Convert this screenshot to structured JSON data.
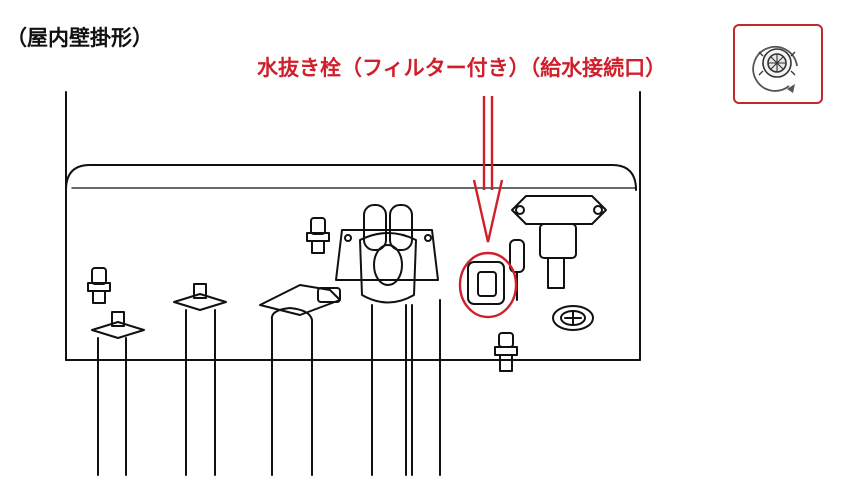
{
  "labels": {
    "install_type": "（屋内壁掛形）",
    "drain_plug": "水抜き栓（フィルター付き）（給水接続口）"
  },
  "colors": {
    "accent_red": "#d01f2b",
    "line": "#111111"
  },
  "icons": {
    "arrow": "down-arrow-icon",
    "highlight": "circle-highlight",
    "thumbnail": "drain-plug-filter-icon"
  }
}
